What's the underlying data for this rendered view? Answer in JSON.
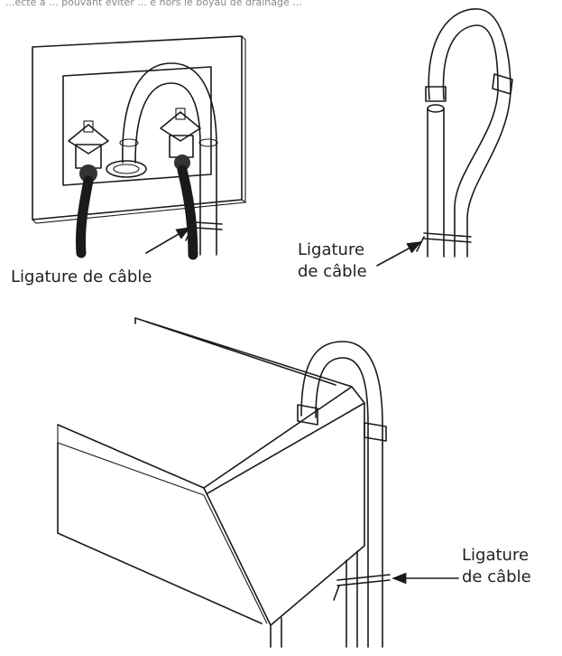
{
  "header": {
    "cut_text": "...ecté à ... pouvant éviter ... e hors le boyau de drainage ..."
  },
  "figures": {
    "wall_box": {
      "cable_tie_label": "Ligature de câble"
    },
    "standpipe": {
      "cable_tie_label_line1": "Ligature",
      "cable_tie_label_line2": "de câble"
    },
    "laundry_tub": {
      "cable_tie_label_line1": "Ligature",
      "cable_tie_label_line2": "de câble"
    }
  }
}
